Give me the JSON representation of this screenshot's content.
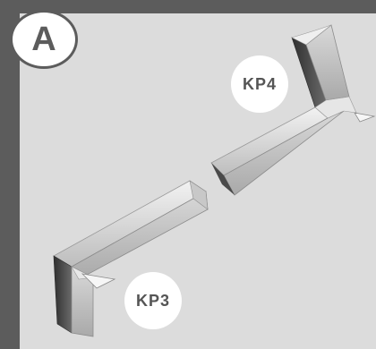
{
  "figure": {
    "panel_letter": "A",
    "labels": {
      "kp4": "KP4",
      "kp3": "KP3"
    },
    "colors": {
      "frame": "#5c5c5c",
      "background": "#dcdcdc",
      "profile_light": "#cfcfcf",
      "profile_top": "#e6e6e6",
      "profile_dark": "#3a3a3a",
      "badge": "#ffffff"
    }
  }
}
